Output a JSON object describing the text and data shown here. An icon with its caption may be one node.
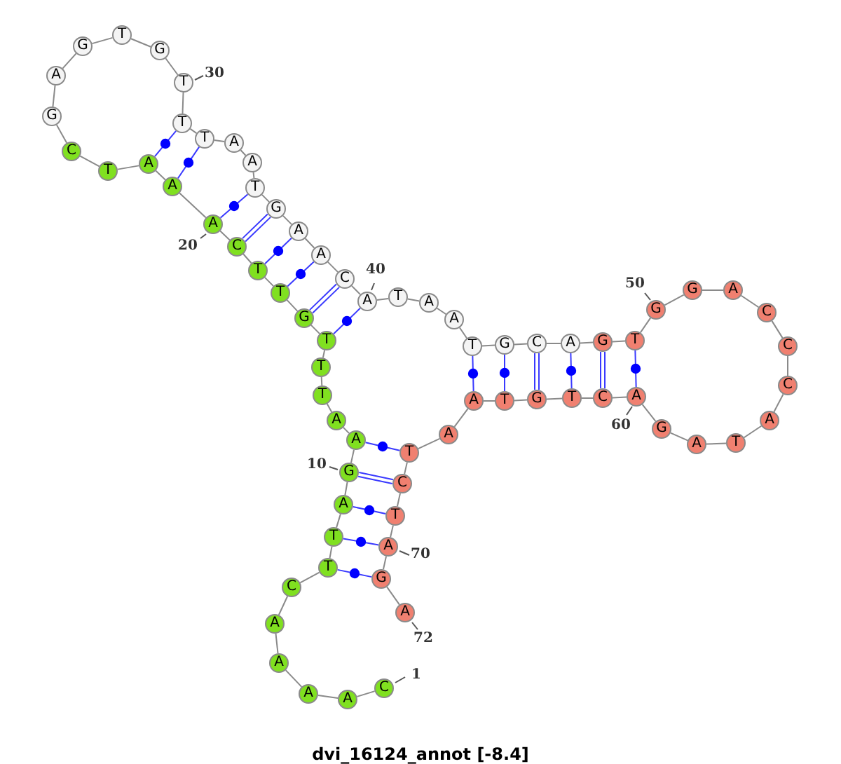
{
  "diagram": {
    "caption": "dvi_16124_annot [-8.4]",
    "nodes": [
      {
        "text": [
          "C"
        ],
        "beside": [
          "1"
        ]
      },
      {
        "text": [
          "A"
        ]
      },
      {
        "text": [
          "A"
        ]
      },
      {
        "text": [
          "A"
        ]
      },
      {
        "text": [
          "A"
        ]
      },
      {
        "text": [
          "C"
        ]
      },
      {
        "text": [
          "T"
        ]
      },
      {
        "text": [
          "T"
        ]
      },
      {
        "text": [
          "A"
        ]
      },
      {
        "text": [
          "G"
        ],
        "beside": [
          "10"
        ]
      },
      {
        "text": [
          "A"
        ]
      },
      {
        "text": [
          "A"
        ]
      },
      {
        "text": [
          "T"
        ]
      },
      {
        "text": [
          "T"
        ]
      },
      {
        "text": [
          "T"
        ]
      },
      {
        "text": [
          "G"
        ]
      },
      {
        "text": [
          "T"
        ]
      },
      {
        "text": [
          "T"
        ]
      },
      {
        "text": [
          "C"
        ]
      },
      {
        "text": [
          "A"
        ],
        "beside": [
          "20"
        ]
      },
      {
        "text": [
          "A"
        ]
      },
      {
        "text": [
          "A"
        ]
      },
      {
        "text": [
          "T"
        ]
      },
      {
        "text": [
          "C"
        ]
      },
      {
        "text": [
          "G"
        ]
      },
      {
        "text": [
          "A"
        ]
      },
      {
        "text": [
          "G"
        ]
      },
      {
        "text": [
          "T"
        ]
      },
      {
        "text": [
          "G"
        ]
      },
      {
        "text": [
          "T"
        ],
        "beside": [
          "30"
        ]
      },
      {
        "text": [
          "T"
        ]
      },
      {
        "text": [
          "T"
        ]
      },
      {
        "text": [
          "A"
        ]
      },
      {
        "text": [
          "A"
        ]
      },
      {
        "text": [
          "T"
        ]
      },
      {
        "text": [
          "G"
        ]
      },
      {
        "text": [
          "A"
        ]
      },
      {
        "text": [
          "A"
        ]
      },
      {
        "text": [
          "C"
        ]
      },
      {
        "text": [
          "A"
        ],
        "beside": [
          "40"
        ]
      },
      {
        "text": [
          "T"
        ]
      },
      {
        "text": [
          "A"
        ]
      },
      {
        "text": [
          "A"
        ]
      },
      {
        "text": [
          "T"
        ]
      },
      {
        "text": [
          "G"
        ]
      },
      {
        "text": [
          "C"
        ]
      },
      {
        "text": [
          "A"
        ]
      },
      {
        "text": [
          "G"
        ]
      },
      {
        "text": [
          "T"
        ]
      },
      {
        "text": [
          "G"
        ],
        "beside": [
          "50"
        ]
      },
      {
        "text": [
          "G"
        ]
      },
      {
        "text": [
          "A"
        ]
      },
      {
        "text": [
          "C"
        ]
      },
      {
        "text": [
          "C"
        ]
      },
      {
        "text": [
          "C"
        ]
      },
      {
        "text": [
          "A"
        ]
      },
      {
        "text": [
          "T"
        ]
      },
      {
        "text": [
          "A"
        ]
      },
      {
        "text": [
          "G"
        ]
      },
      {
        "text": [
          "A"
        ],
        "beside": [
          "60"
        ]
      },
      {
        "text": [
          "C"
        ]
      },
      {
        "text": [
          "T"
        ]
      },
      {
        "text": [
          "G"
        ]
      },
      {
        "text": [
          "T"
        ]
      },
      {
        "text": [
          "A"
        ]
      },
      {
        "text": [
          "A"
        ]
      },
      {
        "text": [
          "T"
        ]
      },
      {
        "text": [
          "C"
        ]
      },
      {
        "text": [
          "T"
        ]
      },
      {
        "text": [
          "A"
        ],
        "beside": [
          "70"
        ]
      },
      {
        "text": [
          "G"
        ]
      },
      {
        "text": [
          "A"
        ],
        "beside": [
          "72"
        ]
      }
    ],
    "edges": [
      {
        "from": 0,
        "to": 1,
        "arrow": "none"
      },
      {
        "from": 1,
        "to": 2,
        "arrow": "none"
      },
      {
        "from": 2,
        "to": 3,
        "arrow": "none"
      },
      {
        "from": 3,
        "to": 4,
        "arrow": "none"
      },
      {
        "from": 4,
        "to": 5,
        "arrow": "none"
      },
      {
        "from": 5,
        "to": 6,
        "arrow": "none"
      },
      {
        "from": 6,
        "to": 7,
        "arrow": "none"
      },
      {
        "from": 7,
        "to": 8,
        "arrow": "none"
      },
      {
        "from": 8,
        "to": 9,
        "arrow": "none"
      },
      {
        "from": 9,
        "to": 10,
        "arrow": "none"
      },
      {
        "from": 10,
        "to": 11,
        "arrow": "none"
      },
      {
        "from": 11,
        "to": 12,
        "arrow": "none"
      },
      {
        "from": 12,
        "to": 13,
        "arrow": "none"
      },
      {
        "from": 13,
        "to": 14,
        "arrow": "none"
      },
      {
        "from": 14,
        "to": 15,
        "arrow": "none"
      },
      {
        "from": 15,
        "to": 16,
        "arrow": "none"
      },
      {
        "from": 16,
        "to": 17,
        "arrow": "none"
      },
      {
        "from": 17,
        "to": 18,
        "arrow": "none"
      },
      {
        "from": 18,
        "to": 19,
        "arrow": "none"
      },
      {
        "from": 19,
        "to": 20,
        "arrow": "none"
      },
      {
        "from": 20,
        "to": 21,
        "arrow": "none"
      },
      {
        "from": 21,
        "to": 22,
        "arrow": "none"
      },
      {
        "from": 22,
        "to": 23,
        "arrow": "none"
      },
      {
        "from": 23,
        "to": 24,
        "arrow": "none"
      },
      {
        "from": 24,
        "to": 25,
        "arrow": "none"
      },
      {
        "from": 25,
        "to": 26,
        "arrow": "none"
      },
      {
        "from": 26,
        "to": 27,
        "arrow": "none"
      },
      {
        "from": 27,
        "to": 28,
        "arrow": "none"
      },
      {
        "from": 28,
        "to": 29,
        "arrow": "none"
      },
      {
        "from": 29,
        "to": 30,
        "arrow": "none"
      },
      {
        "from": 30,
        "to": 31,
        "arrow": "none"
      },
      {
        "from": 31,
        "to": 32,
        "arrow": "none"
      },
      {
        "from": 32,
        "to": 33,
        "arrow": "none"
      },
      {
        "from": 33,
        "to": 34,
        "arrow": "none"
      },
      {
        "from": 34,
        "to": 35,
        "arrow": "none"
      },
      {
        "from": 35,
        "to": 36,
        "arrow": "none"
      },
      {
        "from": 36,
        "to": 37,
        "arrow": "none"
      },
      {
        "from": 37,
        "to": 38,
        "arrow": "none"
      },
      {
        "from": 38,
        "to": 39,
        "arrow": "none"
      },
      {
        "from": 39,
        "to": 40,
        "arrow": "none"
      },
      {
        "from": 40,
        "to": 41,
        "arrow": "none"
      },
      {
        "from": 41,
        "to": 42,
        "arrow": "none"
      },
      {
        "from": 42,
        "to": 43,
        "arrow": "none"
      },
      {
        "from": 43,
        "to": 44,
        "arrow": "none"
      },
      {
        "from": 44,
        "to": 45,
        "arrow": "none"
      },
      {
        "from": 45,
        "to": 46,
        "arrow": "none"
      },
      {
        "from": 46,
        "to": 47,
        "arrow": "none"
      },
      {
        "from": 47,
        "to": 48,
        "arrow": "none"
      },
      {
        "from": 48,
        "to": 49,
        "arrow": "none"
      },
      {
        "from": 49,
        "to": 50,
        "arrow": "none"
      },
      {
        "from": 50,
        "to": 51,
        "arrow": "none"
      },
      {
        "from": 51,
        "to": 52,
        "arrow": "none"
      },
      {
        "from": 52,
        "to": 53,
        "arrow": "none"
      },
      {
        "from": 53,
        "to": 54,
        "arrow": "none"
      },
      {
        "from": 54,
        "to": 55,
        "arrow": "none"
      },
      {
        "from": 55,
        "to": 56,
        "arrow": "none"
      },
      {
        "from": 56,
        "to": 57,
        "arrow": "none"
      },
      {
        "from": 57,
        "to": 58,
        "arrow": "none"
      },
      {
        "from": 58,
        "to": 59,
        "arrow": "none"
      },
      {
        "from": 59,
        "to": 60,
        "arrow": "none"
      },
      {
        "from": 60,
        "to": 61,
        "arrow": "none"
      },
      {
        "from": 61,
        "to": 62,
        "arrow": "none"
      },
      {
        "from": 62,
        "to": 63,
        "arrow": "none"
      },
      {
        "from": 63,
        "to": 64,
        "arrow": "none"
      },
      {
        "from": 64,
        "to": 65,
        "arrow": "none"
      },
      {
        "from": 65,
        "to": 66,
        "arrow": "none"
      },
      {
        "from": 66,
        "to": 67,
        "arrow": "none"
      },
      {
        "from": 67,
        "to": 68,
        "arrow": "none"
      },
      {
        "from": 68,
        "to": 69,
        "arrow": "none"
      },
      {
        "from": 69,
        "to": 70,
        "arrow": "none"
      },
      {
        "from": 70,
        "to": 71,
        "arrow": "none"
      },
      {
        "from": 6,
        "to": 70,
        "arrow": "none",
        "color": "#3a3aff"
      },
      {
        "from": 7,
        "to": 69,
        "arrow": "none",
        "color": "#3a3aff"
      },
      {
        "from": 8,
        "to": 68,
        "arrow": "none",
        "color": "#3a3aff"
      },
      {
        "from": 9,
        "to": 67,
        "arrow": "none",
        "color": "#3a3aff"
      },
      {
        "from": 10,
        "to": 66,
        "arrow": "none",
        "color": "#3a3aff"
      },
      {
        "from": 14,
        "to": 39,
        "arrow": "none",
        "color": "#3a3aff"
      },
      {
        "from": 15,
        "to": 38,
        "arrow": "none",
        "color": "#3a3aff"
      },
      {
        "from": 16,
        "to": 37,
        "arrow": "none",
        "color": "#3a3aff"
      },
      {
        "from": 17,
        "to": 36,
        "arrow": "none",
        "color": "#3a3aff"
      },
      {
        "from": 18,
        "to": 35,
        "arrow": "none",
        "color": "#3a3aff"
      },
      {
        "from": 19,
        "to": 34,
        "arrow": "none",
        "color": "#3a3aff"
      },
      {
        "from": 20,
        "to": 31,
        "arrow": "none",
        "color": "#3a3aff"
      },
      {
        "from": 21,
        "to": 30,
        "arrow": "none",
        "color": "#3a3aff"
      },
      {
        "from": 43,
        "to": 64,
        "arrow": "none",
        "color": "#3a3aff"
      },
      {
        "from": 44,
        "to": 63,
        "arrow": "none",
        "color": "#3a3aff"
      },
      {
        "from": 45,
        "to": 62,
        "arrow": "none",
        "color": "#3a3aff"
      },
      {
        "from": 46,
        "to": 61,
        "arrow": "none",
        "color": "#3a3aff"
      },
      {
        "from": 47,
        "to": 60,
        "arrow": "none",
        "color": "#3a3aff"
      },
      {
        "from": 48,
        "to": 59,
        "arrow": "none",
        "color": "#3a3aff"
      }
    ]
  }
}
